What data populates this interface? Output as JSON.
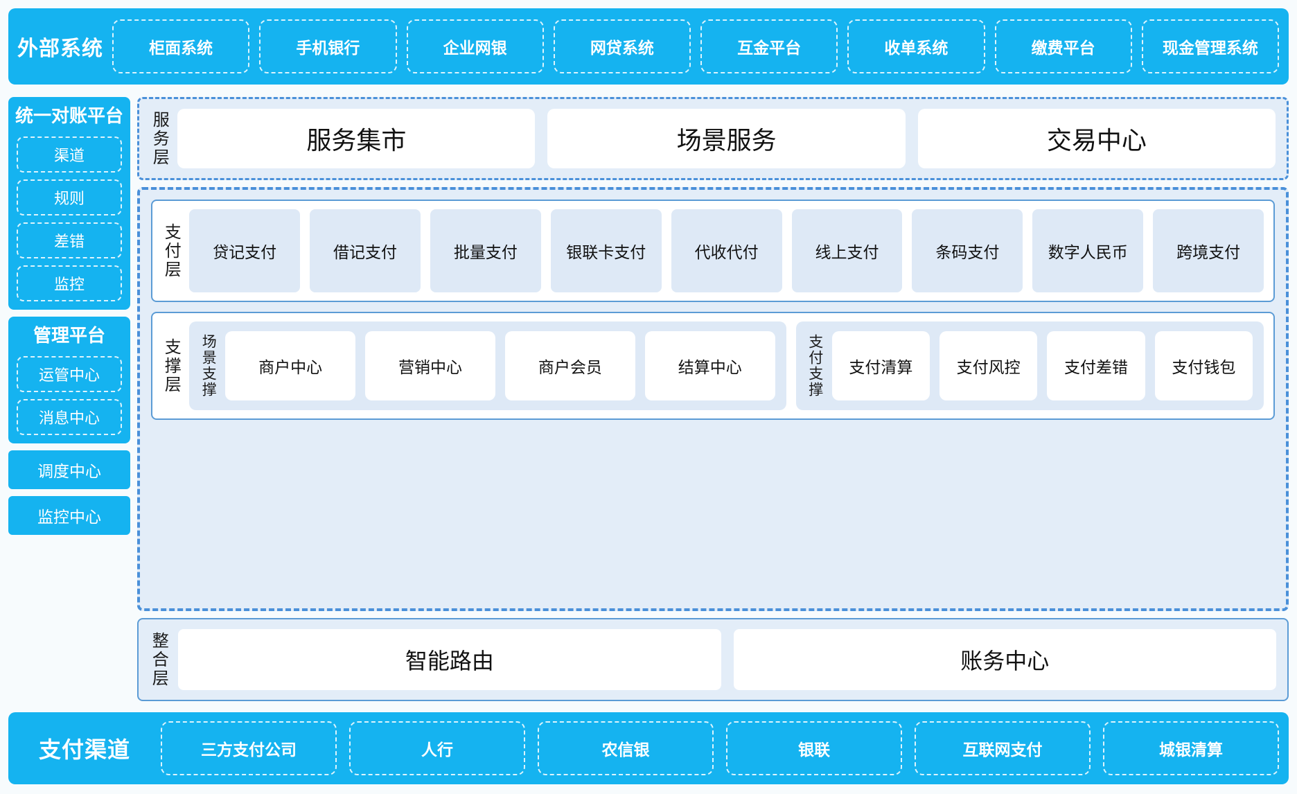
{
  "external_systems": {
    "title": "外部系统",
    "items": [
      "柜面系统",
      "手机银行",
      "企业网银",
      "网贷系统",
      "互金平台",
      "收单系统",
      "缴费平台",
      "现金管理系统"
    ]
  },
  "left_column": {
    "reconciliation_platform": {
      "title": "统一对账平台",
      "items": [
        "渠道",
        "规则",
        "差错",
        "监控"
      ]
    },
    "management_platform": {
      "title": "管理平台",
      "items": [
        "运管中心",
        "消息中心"
      ]
    },
    "standalone": [
      "调度中心",
      "监控中心"
    ]
  },
  "service_layer": {
    "label": "服务层",
    "cards": [
      "服务集市",
      "场景服务",
      "交易中心"
    ]
  },
  "payment_layer": {
    "label": "支付层",
    "items": [
      "贷记支付",
      "借记支付",
      "批量支付",
      "银联卡支付",
      "代收代付",
      "线上支付",
      "条码支付",
      "数字人民币",
      "跨境支付"
    ]
  },
  "support_layer": {
    "label": "支撑层",
    "scene_support": {
      "label": "场景支撑",
      "cards": [
        "商户中心",
        "营销中心",
        "商户会员",
        "结算中心"
      ]
    },
    "payment_support": {
      "label": "支付支撑",
      "cards": [
        "支付清算",
        "支付风控",
        "支付差错",
        "支付钱包"
      ]
    }
  },
  "integration_layer": {
    "label": "整合层",
    "cards": [
      "智能路由",
      "账务中心"
    ]
  },
  "payment_channels": {
    "title": "支付渠道",
    "items": [
      "三方支付公司",
      "人行",
      "农信银",
      "银联",
      "互联网支付",
      "城银清算"
    ]
  },
  "colors": {
    "brand_blue": "#15b3f0",
    "panel_blue": "#e3edf8",
    "card_blue": "#dee9f6",
    "border_blue": "#4a90d9"
  }
}
